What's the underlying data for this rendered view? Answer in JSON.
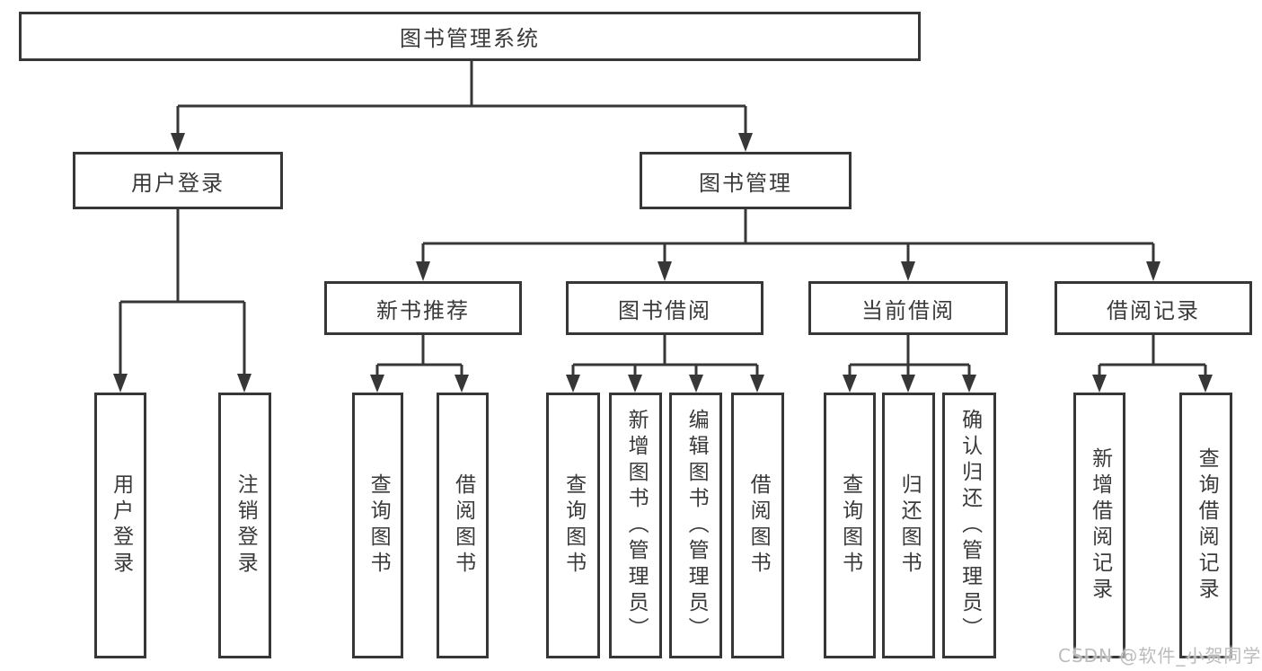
{
  "colors": {
    "background": "#ffffff",
    "line": "#373737",
    "box_border": "#373737",
    "text": "#3a3a3a",
    "watermark": "#bcbcbc"
  },
  "tree": {
    "root": {
      "label": "图书管理系统"
    },
    "branches": [
      {
        "label": "用户登录",
        "leaves": [
          "用户登录",
          "注销登录"
        ]
      },
      {
        "label": "图书管理",
        "children": [
          {
            "label": "新书推荐",
            "leaves": [
              "查询图书",
              "借阅图书"
            ]
          },
          {
            "label": "图书借阅",
            "leaves": [
              "查询图书",
              "新增图书（管理员）",
              "编辑图书（管理员）",
              "借阅图书"
            ]
          },
          {
            "label": "当前借阅",
            "leaves": [
              "查询图书",
              "归还图书",
              "确认归还（管理员）"
            ]
          },
          {
            "label": "借阅记录",
            "leaves": [
              "新增借阅记录",
              "查询借阅记录"
            ]
          }
        ]
      }
    ]
  },
  "watermark": {
    "text": "CSDN @软件_小贺同学"
  }
}
